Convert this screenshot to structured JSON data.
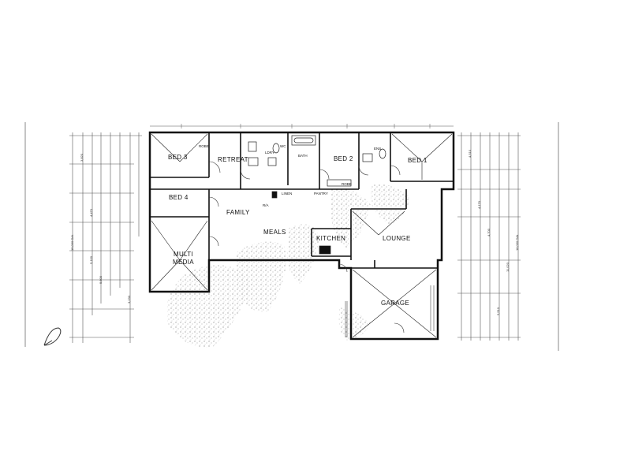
{
  "rooms": {
    "bed3": "BED 3",
    "retreat": "RETREAT",
    "bed2": "BED 2",
    "bed1": "BED 1",
    "bed4": "BED 4",
    "family": "FAMILY",
    "meals": "MEALS",
    "kitchen": "KITCHEN",
    "lounge": "LOUNGE",
    "multi_media_1": "MULTI",
    "multi_media_2": "MEDIA",
    "garage": "GARAGE"
  },
  "small_labels": {
    "ldry": "LDRY",
    "wc": "WC",
    "bath": "BATH",
    "ens": "ENS",
    "linen": "LINEN",
    "pantry": "PANTRY",
    "robe_bed3": "ROBE",
    "robe_bed2": "ROBE",
    "ra": "R/A"
  },
  "dimensions": {
    "overall_left": "15,030 O/A",
    "overall_right": "18,030 O/A",
    "left_col": [
      "3,820",
      "4,470",
      "5,100",
      "5,500",
      "3,230"
    ],
    "right_col": [
      "4,510",
      "4,170",
      "4,700",
      "5,510",
      "11,020"
    ]
  }
}
